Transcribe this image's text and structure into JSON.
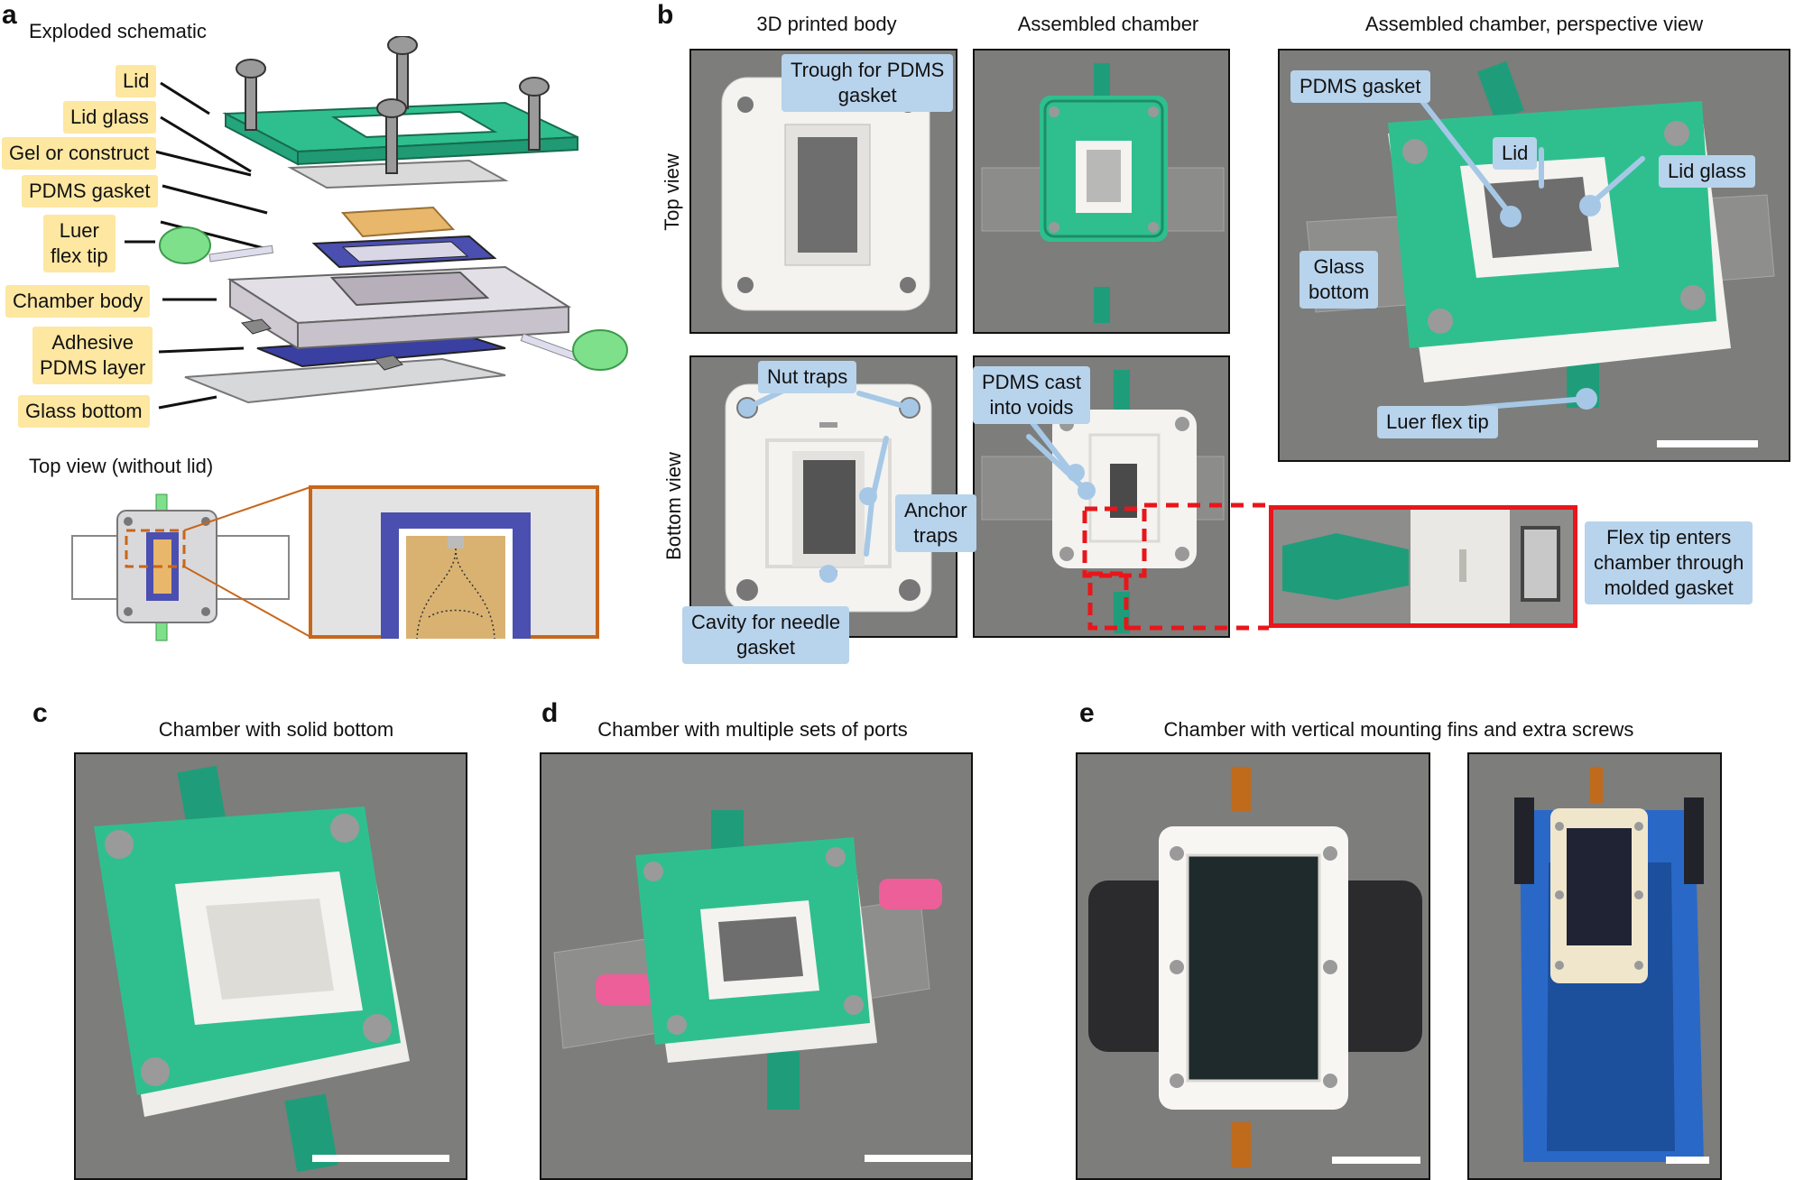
{
  "panels": {
    "a": {
      "letter": "a",
      "title": "Exploded schematic",
      "labels": {
        "lid": "Lid",
        "lid_glass": "Lid glass",
        "gel": "Gel or construct",
        "pdms_gasket": "PDMS gasket",
        "luer_line1": "Luer",
        "luer_line2": "flex tip",
        "chamber_body": "Chamber body",
        "adhesive_line1": "Adhesive",
        "adhesive_line2": "PDMS layer",
        "glass_bottom": "Glass bottom"
      },
      "topview_title": "Top view (without lid)"
    },
    "b": {
      "letter": "b",
      "col1": "3D printed body",
      "col2": "Assembled chamber",
      "col3": "Assembled chamber, perspective view",
      "row1": "Top view",
      "row2": "Bottom view",
      "labels": {
        "trough_line1": "Trough for PDMS",
        "trough_line2": "gasket",
        "pdms_gasket": "PDMS gasket",
        "lid": "Lid",
        "lid_glass": "Lid glass",
        "glass_line1": "Glass",
        "glass_line2": "bottom",
        "luer": "Luer flex tip",
        "nut_traps": "Nut traps",
        "anchor_line1": "Anchor",
        "anchor_line2": "traps",
        "cavity_line1": "Cavity for needle",
        "cavity_line2": "gasket",
        "cast_line1": "PDMS cast",
        "cast_line2": "into voids",
        "flex_line1": "Flex tip enters",
        "flex_line2": "chamber through",
        "flex_line3": "molded gasket"
      }
    },
    "c": {
      "letter": "c",
      "title": "Chamber with solid bottom"
    },
    "d": {
      "letter": "d",
      "title": "Chamber with multiple sets of ports"
    },
    "e": {
      "letter": "e",
      "title": "Chamber with vertical mounting fins and extra screws"
    }
  },
  "colors": {
    "green_lid": "#2fbf8f",
    "tag_yellow": "#fde7a1",
    "tag_blue": "#b8d3ec",
    "gasket_blue": "#4b4fb0",
    "highlight_red": "#e8161b",
    "inset_orange": "#c8661a",
    "photo_gray": "#7d7d7b"
  }
}
